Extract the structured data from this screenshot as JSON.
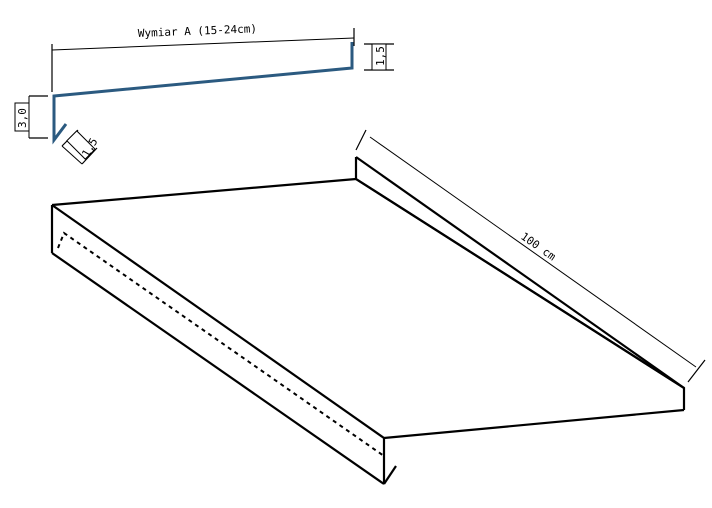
{
  "labels": {
    "width_dimension": "Wymiar A (15-24cm)",
    "right_flange": "1,5",
    "left_height": "3,0",
    "drip_edge": "1,5",
    "length": "100 cm"
  }
}
